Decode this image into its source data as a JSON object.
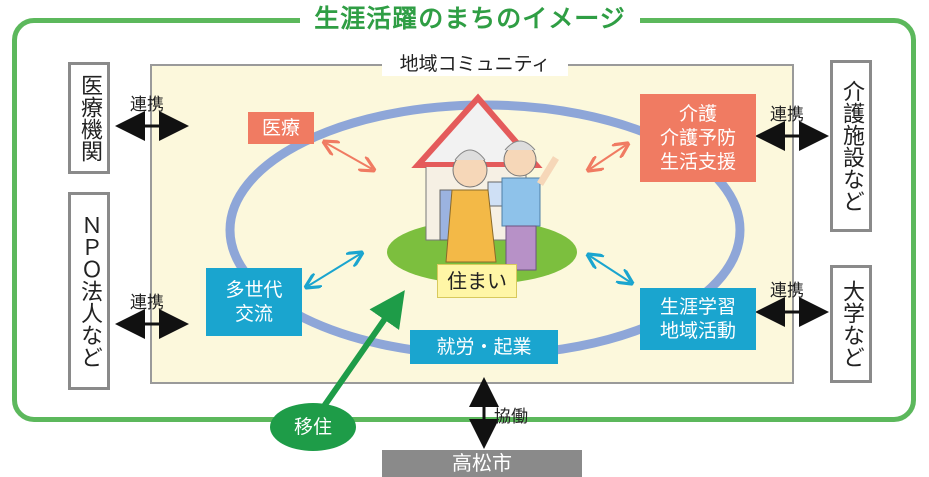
{
  "diagram": {
    "title": "生涯活躍のまちのイメージ",
    "community_label": "地域コミュニティ",
    "center_label": "住まい",
    "inner_nodes": {
      "medical": "医療",
      "care": [
        "介護",
        "介護予防",
        "生活支援"
      ],
      "multigen": [
        "多世代",
        "交流"
      ],
      "learning": [
        "生涯学習",
        "地域活動"
      ],
      "work": "就労・起業"
    },
    "outer_nodes": {
      "hospital": "医療機関",
      "npo": "ＮＰＯ法人など",
      "care_facility": "介護施設など",
      "university": "大学など"
    },
    "link_label": "連携",
    "cooperation_label": "協働",
    "migration_label": "移住",
    "city_label": "高松市"
  },
  "colors": {
    "frame": "#5cb85c",
    "community_bg": "#fcf8dc",
    "orange_box": "#f07b62",
    "teal_box": "#1aa5cf",
    "ring": "#8ea6d8",
    "migration": "#1e9c48",
    "city": "#8a8a8a"
  }
}
